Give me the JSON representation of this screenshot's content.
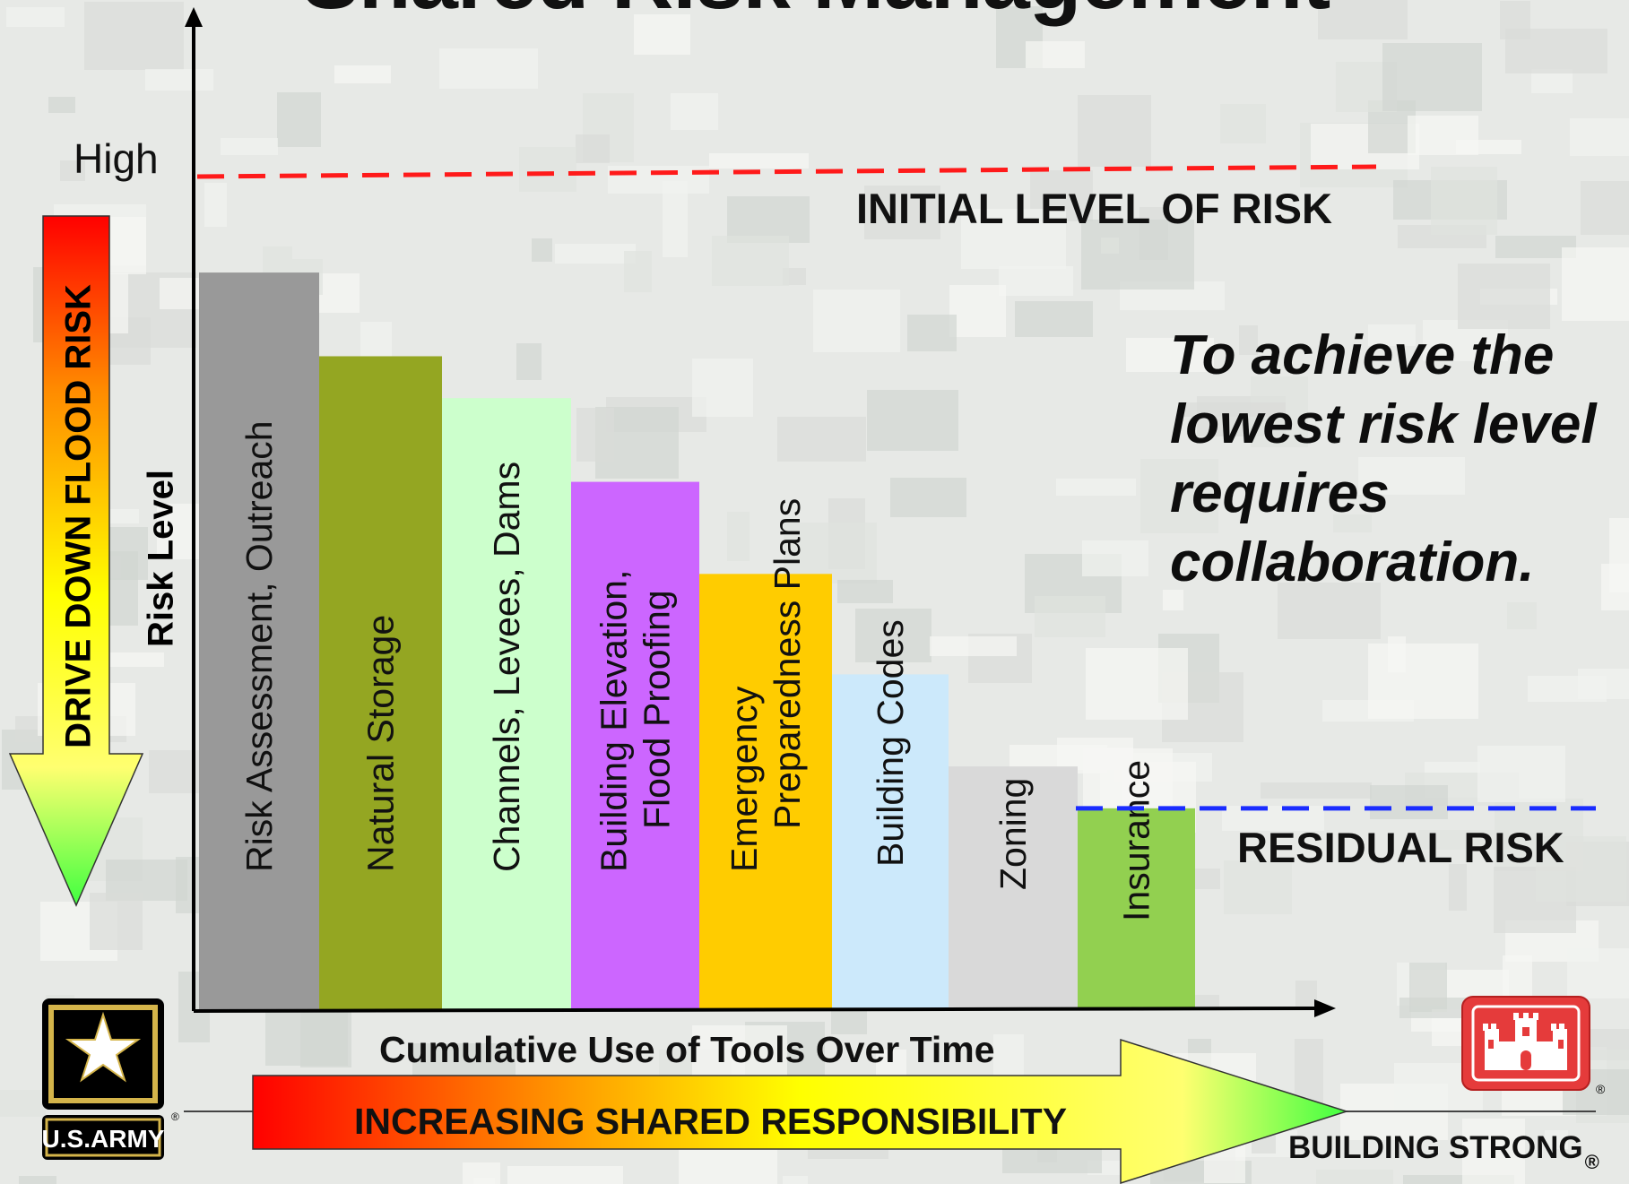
{
  "title": "Shared Risk Management",
  "annotations": {
    "high_label": "High",
    "initial_risk": "INITIAL LEVEL OF RISK",
    "residual_risk": "RESIDUAL RISK",
    "drive_down": "DRIVE DOWN FLOOD RISK",
    "shared_responsibility": "INCREASING SHARED RESPONSIBILITY",
    "quote_lines": [
      "To achieve the",
      "lowest risk level",
      "requires",
      "collaboration."
    ]
  },
  "logos": {
    "army_text": "U.S.ARMY",
    "building_strong": "BUILDING STRONG",
    "registered_mark": "®"
  },
  "colors": {
    "initial_line": "#ff1a1a",
    "residual_line": "#1a2cff"
  },
  "chart_data": {
    "type": "bar",
    "xlabel": "Cumulative Use of Tools Over Time",
    "ylabel": "Risk Level",
    "initial_risk_level": 1.0,
    "residual_risk_level": 0.24,
    "categories": [
      "Risk Assessment, Outreach",
      "Natural Storage",
      "Channels, Levees, Dams",
      "Building Elevation, Flood Proofing",
      "Emergency Preparedness Plans",
      "Building Codes",
      "Zoning",
      "Insurance"
    ],
    "label_lines": [
      [
        "Risk Assessment, Outreach"
      ],
      [
        "Natural Storage"
      ],
      [
        "Channels, Levees, Dams"
      ],
      [
        "Building Elevation,",
        "Flood Proofing"
      ],
      [
        "Emergency",
        "Preparedness Plans"
      ],
      [
        "Building Codes"
      ],
      [
        "Zoning"
      ],
      [
        "Insurance"
      ]
    ],
    "values": [
      0.88,
      0.78,
      0.73,
      0.63,
      0.52,
      0.4,
      0.29,
      0.24
    ],
    "colors": [
      "#999999",
      "#94a622",
      "#ccffcc",
      "#cc66ff",
      "#ffcc00",
      "#cce9fb",
      "#d9d9d9",
      "#92d050"
    ]
  }
}
